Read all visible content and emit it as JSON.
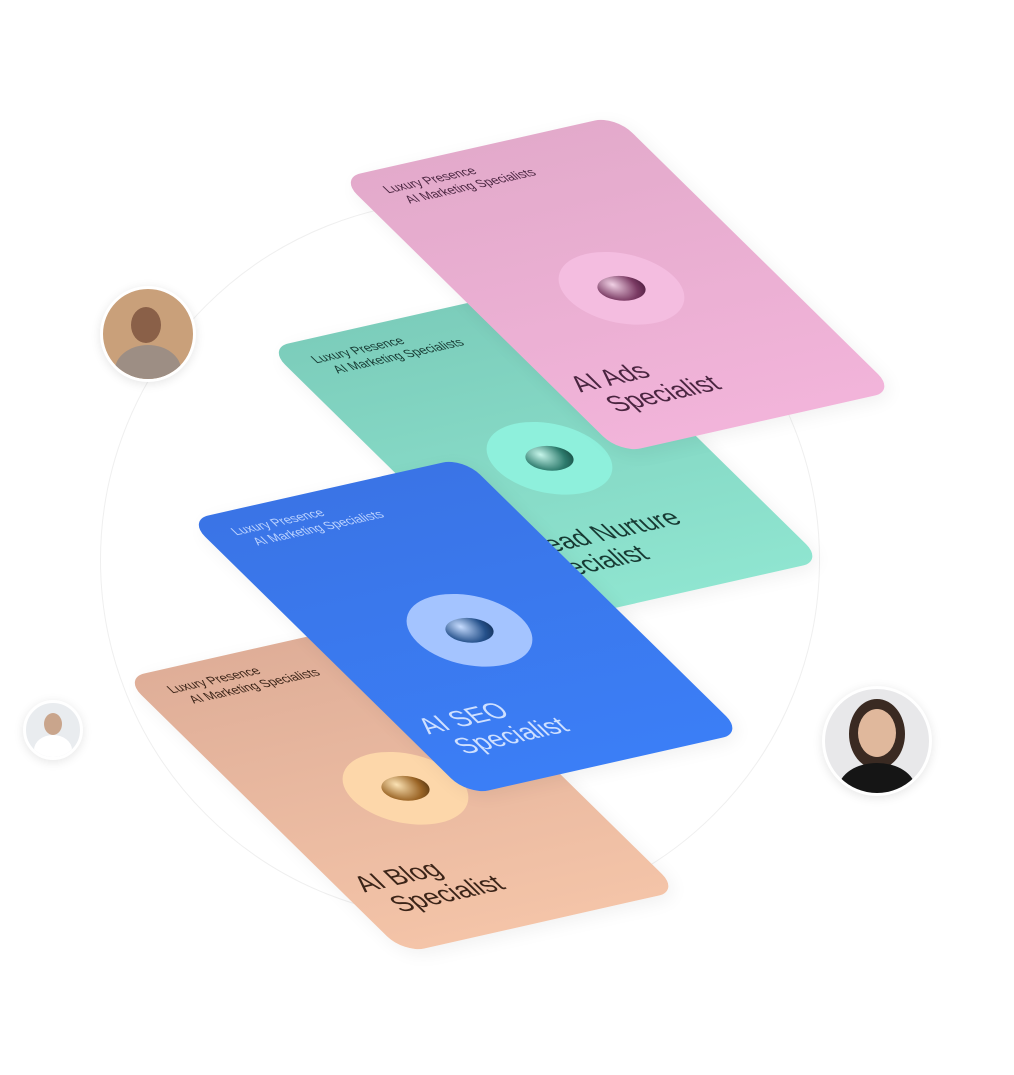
{
  "cards": [
    {
      "subtitle_1": "Luxury Presence",
      "subtitle_2": "AI Marketing Specialists",
      "title_1": "AI Ads",
      "title_2": "Specialist",
      "color": "#e6aed0",
      "text_color": "#4a2540"
    },
    {
      "subtitle_1": "Luxury Presence",
      "subtitle_2": "AI Marketing Specialists",
      "title_1": "AI Lead Nurture",
      "title_2": "Specialist",
      "color": "#80d3c0",
      "text_color": "#173a33"
    },
    {
      "subtitle_1": "Luxury Presence",
      "subtitle_2": "AI Marketing Specialists",
      "title_1": "AI SEO",
      "title_2": "Specialist",
      "color": "#3b7aee",
      "text_color": "#cfe0ff"
    },
    {
      "subtitle_1": "Luxury Presence",
      "subtitle_2": "AI Marketing Specialists",
      "title_1": "AI Blog",
      "title_2": "Specialist",
      "color": "#e9b79e",
      "text_color": "#3b2418"
    }
  ]
}
